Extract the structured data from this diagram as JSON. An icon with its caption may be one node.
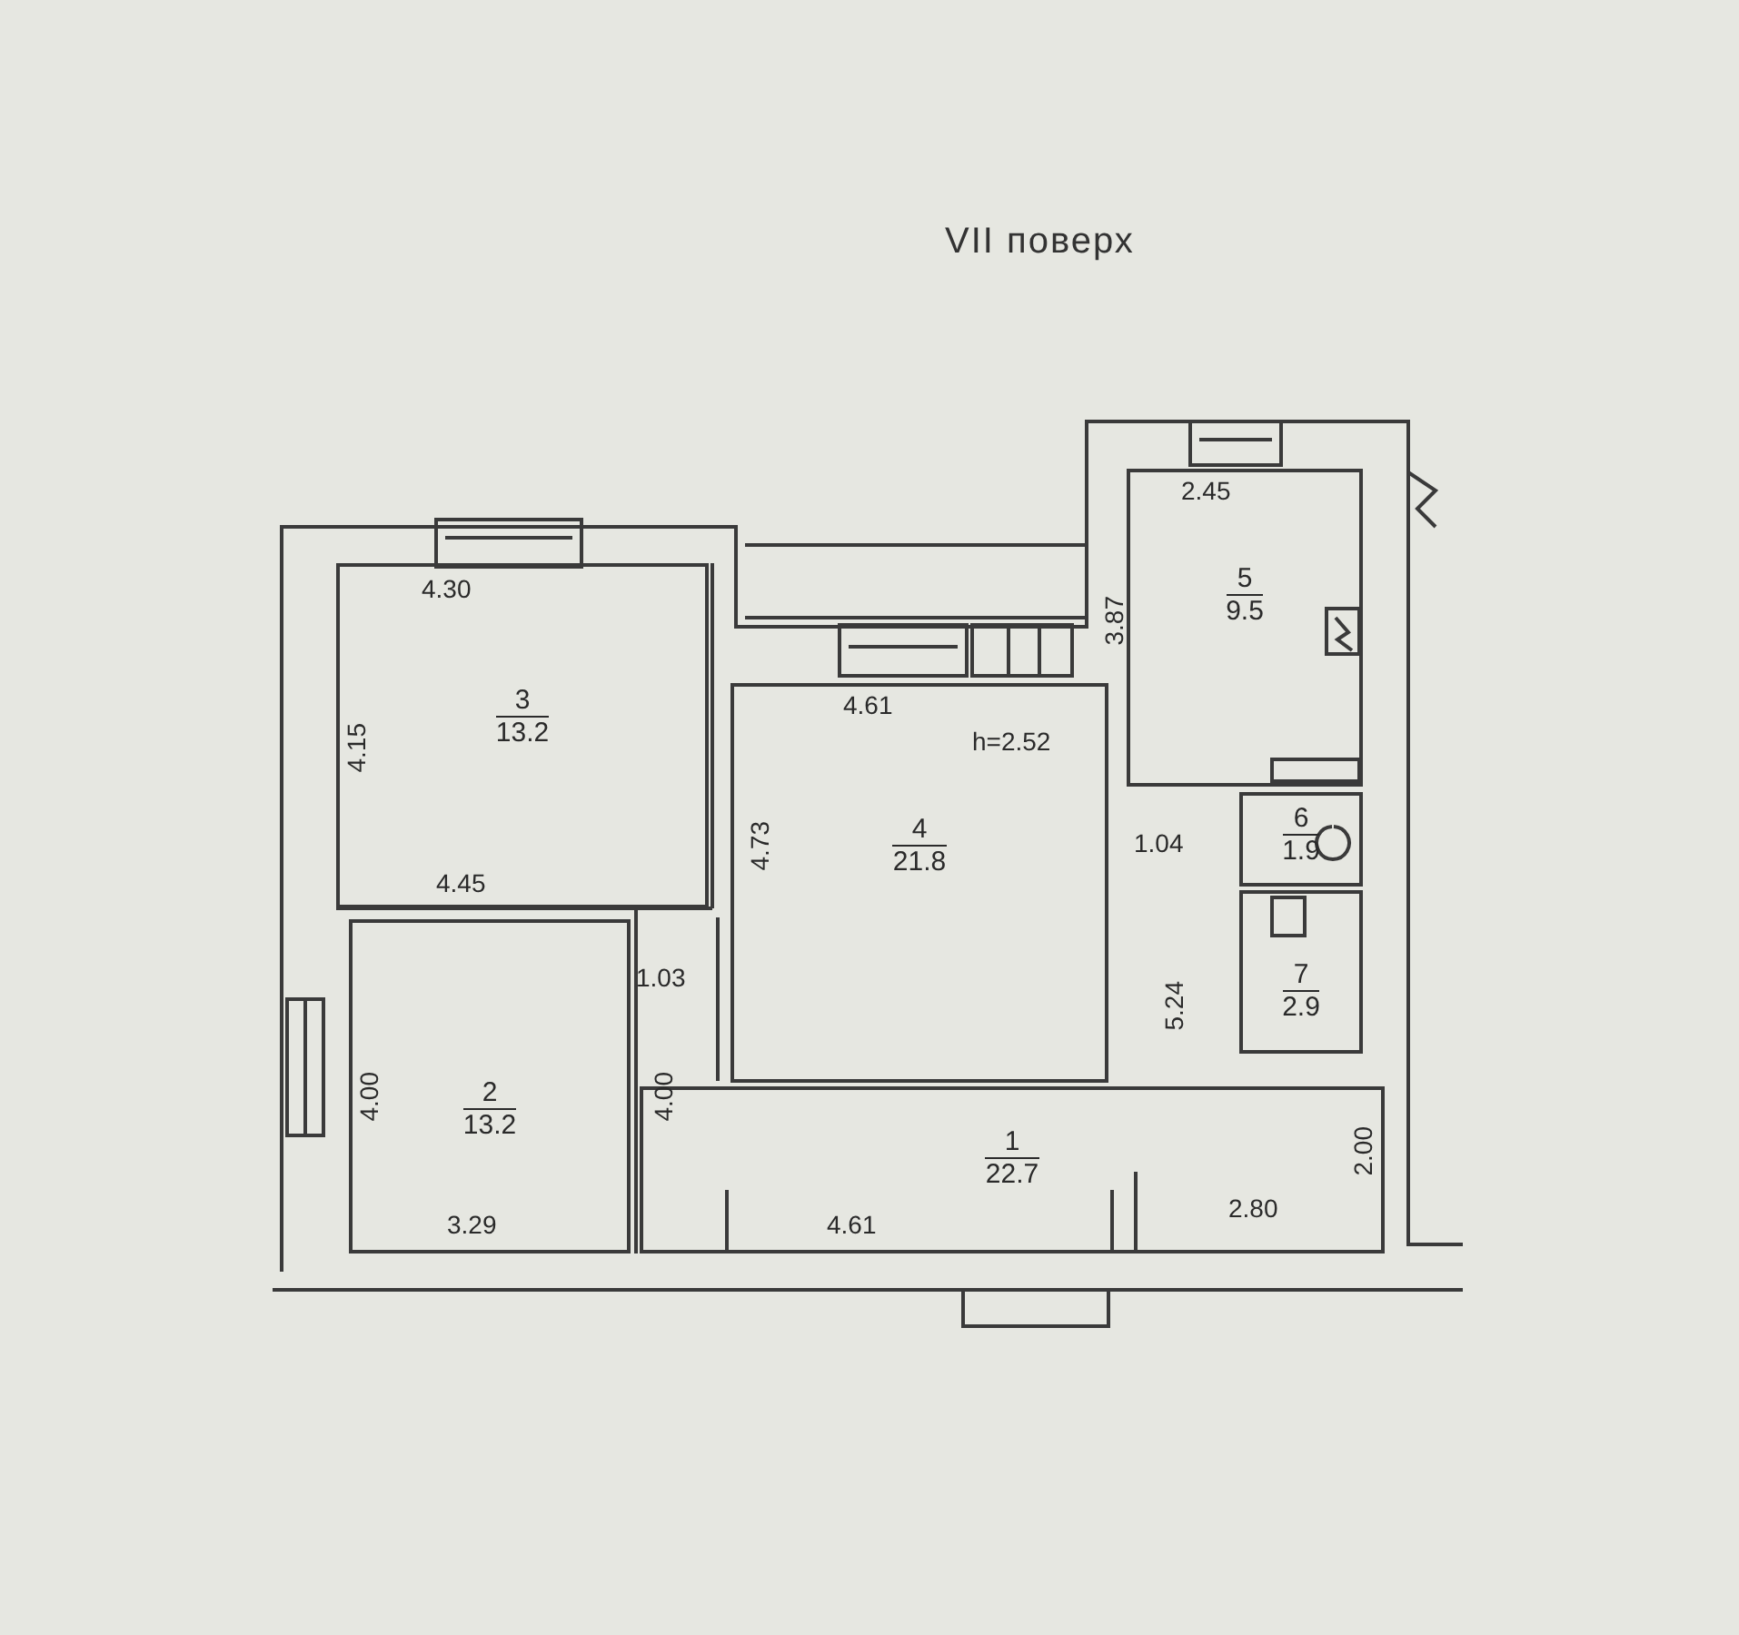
{
  "diagram": {
    "title": "VII поверх",
    "nodes": [
      {
        "text": [
          "3",
          "13.2"
        ]
      },
      {
        "text": [
          "4",
          "21.8"
        ]
      },
      {
        "text": [
          "5",
          "9.5"
        ]
      },
      {
        "text": [
          "6",
          "1.9"
        ]
      },
      {
        "text": [
          "7",
          "2.9"
        ]
      },
      {
        "text": [
          "2",
          "13.2"
        ]
      },
      {
        "text": [
          "1",
          "22.7"
        ]
      }
    ],
    "edges": [],
    "labels": [
      "4.30",
      "4.15",
      "4.45",
      "1.03",
      "4.61",
      "h=2.52",
      "4.73",
      "2.45",
      "3.87",
      "1.04",
      "5.24",
      "4.00",
      "4.00",
      "2.00",
      "3.29",
      "4.61",
      "2.80"
    ]
  }
}
